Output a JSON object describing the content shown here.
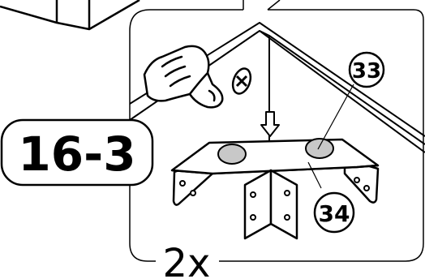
{
  "step": {
    "number": "16-3"
  },
  "quantity": {
    "label": "2x"
  },
  "callouts": [
    {
      "id": "33",
      "label": "33"
    },
    {
      "id": "34",
      "label": "34"
    }
  ],
  "colors": {
    "line": "#000000",
    "background": "#ffffff",
    "part_fill": "#c8c8c8"
  }
}
